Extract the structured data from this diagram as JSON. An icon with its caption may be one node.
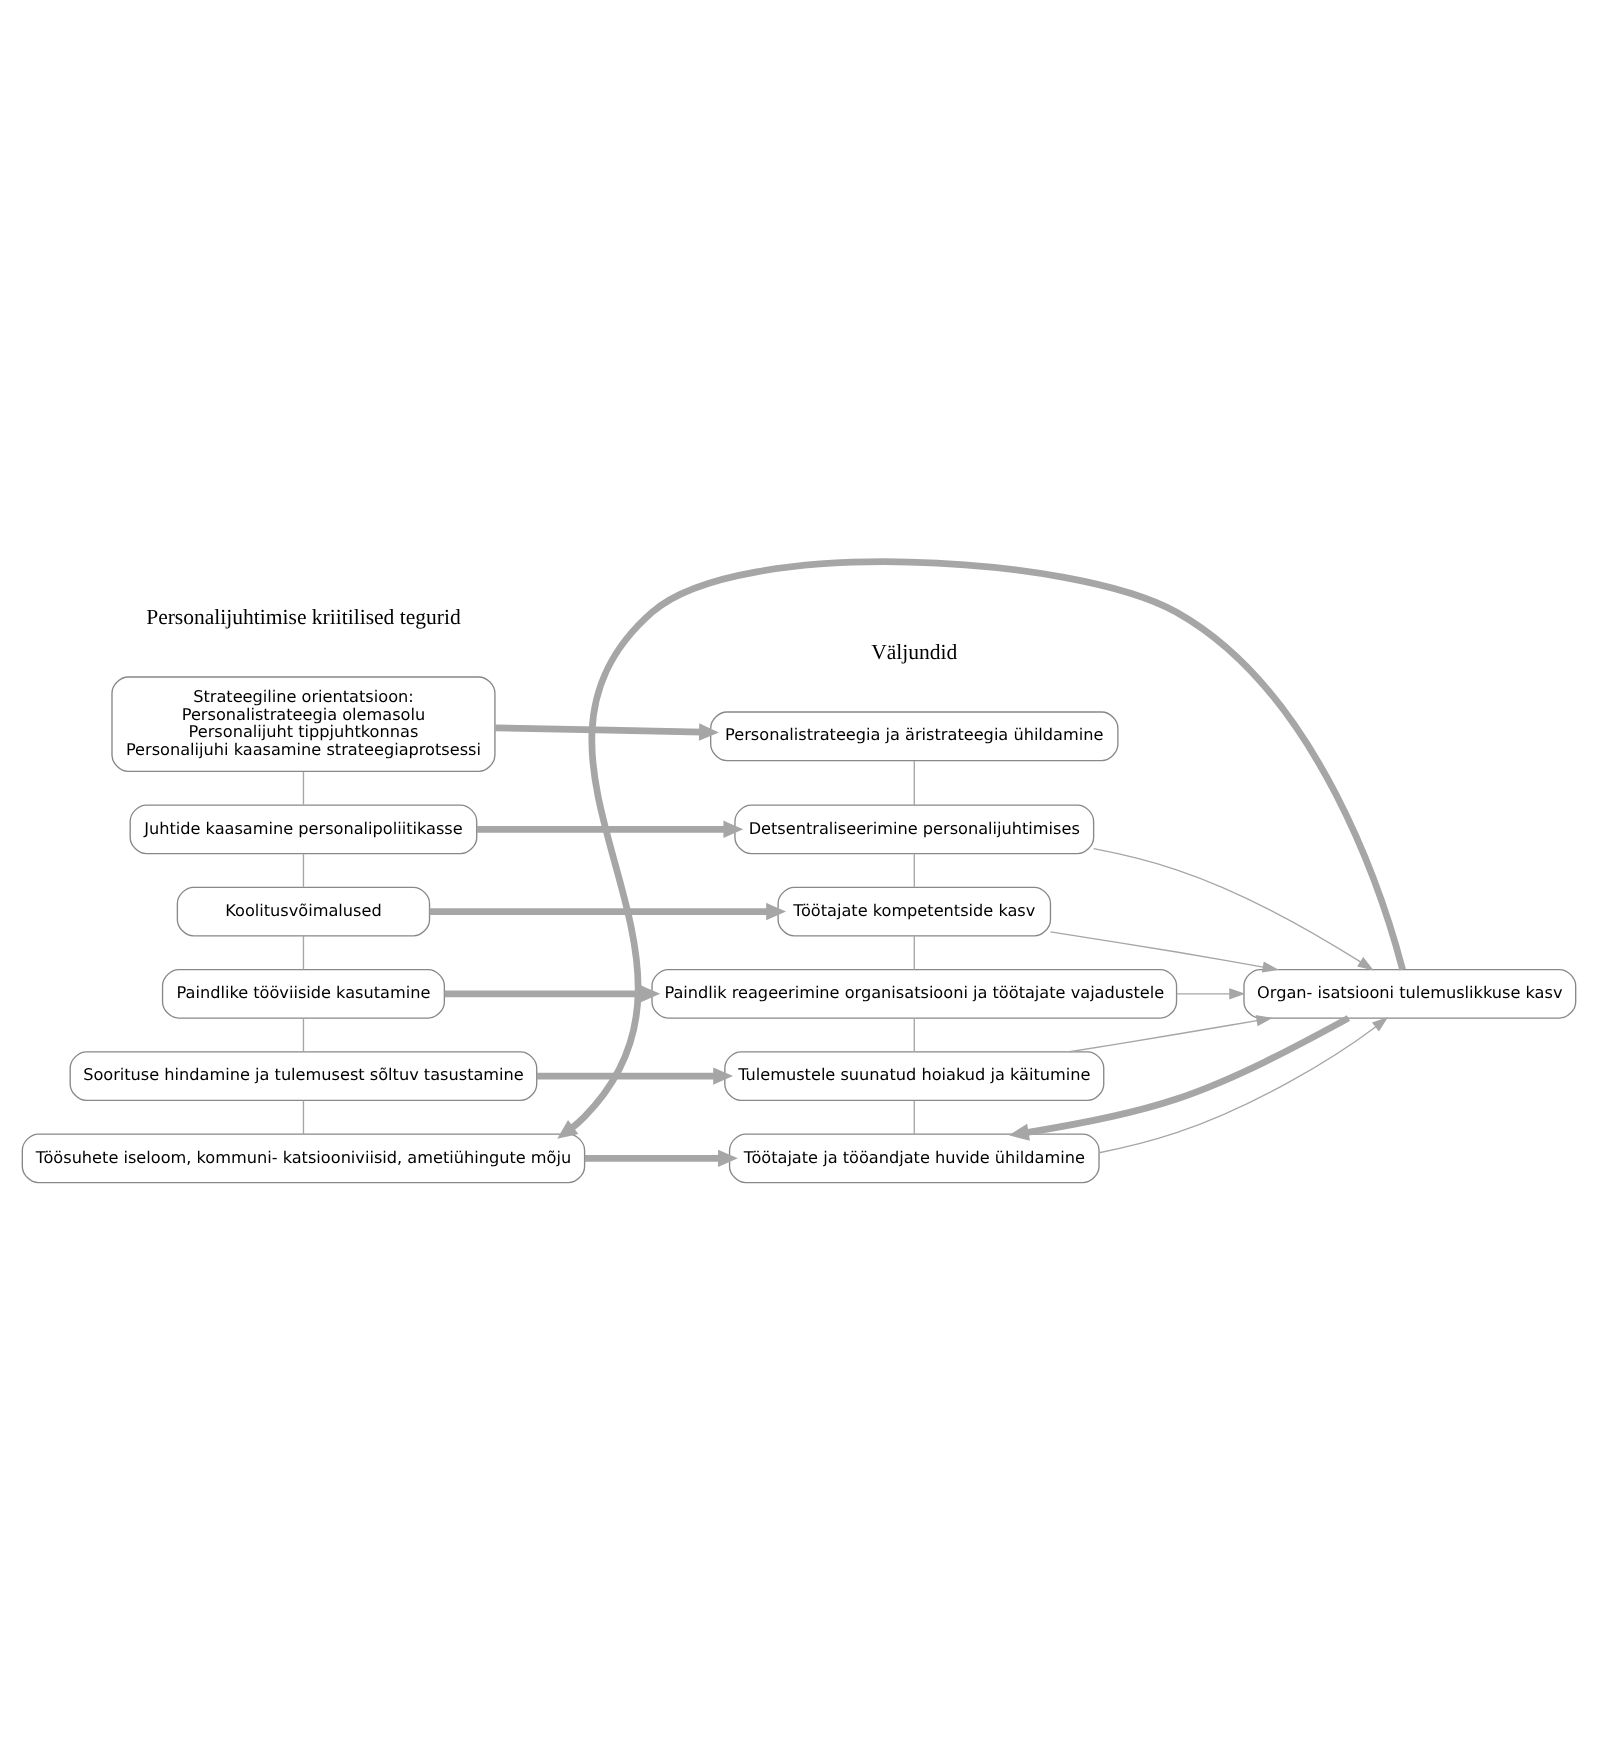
{
  "diagram": {
    "nodes": [
      {
        "text": [
          "Strateegiline orientatsioon:",
          "Personalistrateegia olemasolu",
          "Personalijuht tippjuhtkonnas",
          "Personalijuhi kaasamine strateegiaprotsessi"
        ]
      },
      {
        "text": [
          "Juhtide kaasamine personalipoliitikasse"
        ]
      },
      {
        "text": [
          "Koolitusvõimalused"
        ]
      },
      {
        "text": [
          "Paindlike tööviiside kasutamine"
        ]
      },
      {
        "text": [
          "Soorituse hindamine ja tulemusest sõltuv tasustamine"
        ]
      },
      {
        "text": [
          "Töösuhete iseloom, kommuni- katsiooniviisid, ametiühingute mõju"
        ]
      },
      {
        "text": [
          "Personalistrateegia ja äristrateegia ühildamine"
        ]
      },
      {
        "text": [
          "Detsentraliseerimine personalijuhtimises"
        ]
      },
      {
        "text": [
          "Töötajate kompetentside kasv"
        ]
      },
      {
        "text": [
          "Paindlik reageerimine organisatsiooni ja töötajate vajadustele"
        ]
      },
      {
        "text": [
          "Tulemustele suunatud hoiakud ja käitumine"
        ]
      },
      {
        "text": [
          "Töötajate ja tööandjate huvide ühildamine"
        ]
      },
      {
        "text": [
          "Organ- isatsiooni tulemuslikkuse kasv"
        ]
      }
    ],
    "edges": [
      {
        "from": 0,
        "to": 6,
        "arrow": "to",
        "style": "thick"
      },
      {
        "from": 1,
        "to": 7,
        "arrow": "to",
        "style": "thick"
      },
      {
        "from": 2,
        "to": 8,
        "arrow": "to",
        "style": "thick"
      },
      {
        "from": 3,
        "to": 9,
        "arrow": "to",
        "style": "thick"
      },
      {
        "from": 4,
        "to": 10,
        "arrow": "to",
        "style": "thick"
      },
      {
        "from": 5,
        "to": 11,
        "arrow": "to",
        "style": "thick"
      },
      {
        "from": 0,
        "to": 1,
        "arrow": "none"
      },
      {
        "from": 1,
        "to": 2,
        "arrow": "none"
      },
      {
        "from": 2,
        "to": 3,
        "arrow": "none"
      },
      {
        "from": 3,
        "to": 4,
        "arrow": "none"
      },
      {
        "from": 4,
        "to": 5,
        "arrow": "none"
      },
      {
        "from": 6,
        "to": 7,
        "arrow": "none"
      },
      {
        "from": 7,
        "to": 8,
        "arrow": "none"
      },
      {
        "from": 8,
        "to": 9,
        "arrow": "none"
      },
      {
        "from": 9,
        "to": 10,
        "arrow": "none"
      },
      {
        "from": 10,
        "to": 11,
        "arrow": "none"
      },
      {
        "from": 7,
        "to": 12,
        "arrow": "to"
      },
      {
        "from": 8,
        "to": 12,
        "arrow": "to"
      },
      {
        "from": 9,
        "to": 12,
        "arrow": "to"
      },
      {
        "from": 10,
        "to": 12,
        "arrow": "to"
      },
      {
        "from": 11,
        "to": 12,
        "arrow": "to"
      },
      {
        "from": 12,
        "to": 5,
        "arrow": "to",
        "style": "thick"
      },
      {
        "from": 12,
        "to": 11,
        "arrow": "to",
        "style": "thick"
      }
    ],
    "labels": [
      "Personalijuhtimise kriitilised tegurid",
      "Väljundid"
    ]
  }
}
